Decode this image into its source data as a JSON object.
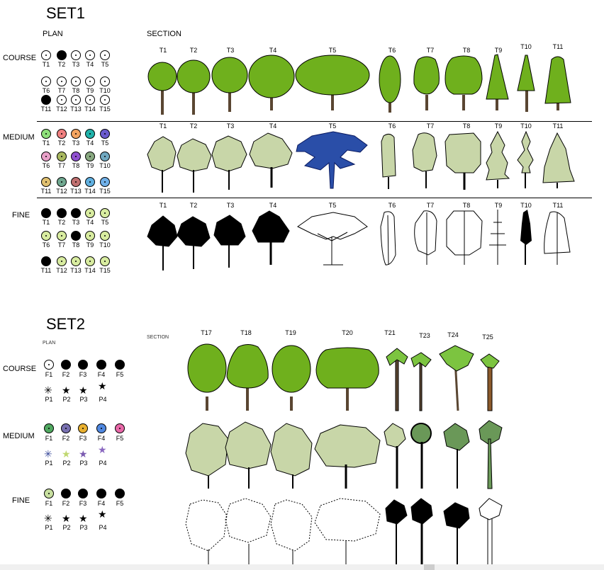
{
  "set1": {
    "title": "SET1",
    "plan_header": "PLAN",
    "section_header": "SECTION",
    "rows": [
      {
        "label": "COURSE",
        "plan_labels": [
          "T1",
          "T2",
          "T3",
          "T4",
          "T5",
          "T6",
          "T7",
          "T8",
          "T9",
          "T10",
          "T11",
          "T12",
          "T13",
          "T14",
          "T15"
        ],
        "section_labels": [
          "T1",
          "T2",
          "T3",
          "T4",
          "T5",
          "T6",
          "T7",
          "T8",
          "T9",
          "T10",
          "T11"
        ]
      },
      {
        "label": "MEDIUM",
        "plan_labels": [
          "T1",
          "T2",
          "T3",
          "T4",
          "T5",
          "T6",
          "T7",
          "T8",
          "T9",
          "T10",
          "T11",
          "T12",
          "T13",
          "T14",
          "T15"
        ],
        "section_labels": [
          "T1",
          "T2",
          "T3",
          "T4",
          "T5",
          "T6",
          "T7",
          "T8",
          "T9",
          "T10",
          "T11"
        ]
      },
      {
        "label": "FINE",
        "plan_labels": [
          "T1",
          "T2",
          "T3",
          "T4",
          "T5",
          "T6",
          "T7",
          "T8",
          "T9",
          "T10",
          "T11",
          "T12",
          "T13",
          "T14",
          "T15"
        ],
        "section_labels": [
          "T1",
          "T2",
          "T3",
          "T4",
          "T5",
          "T6",
          "T7",
          "T8",
          "T9",
          "T10",
          "T11"
        ]
      }
    ],
    "medium_plan_colors": [
      "#8ee07a",
      "#f08080",
      "#f4a460",
      "#20b2aa",
      "#6a5acd",
      "#e8a0c8",
      "#a8b860",
      "#9050d0",
      "#88a880",
      "#70a8c0",
      "#e0c070",
      "#70a890",
      "#c07070",
      "#60b0e0",
      "#70b0e8"
    ]
  },
  "set2": {
    "title": "SET2",
    "plan_header": "PLAN",
    "section_header": "SECTION",
    "rows": [
      {
        "label": "COURSE",
        "plan_labels_f": [
          "F1",
          "F2",
          "F3",
          "F4",
          "F5"
        ],
        "plan_labels_p": [
          "P1",
          "P2",
          "P3",
          "P4"
        ]
      },
      {
        "label": "MEDIUM",
        "plan_labels_f": [
          "F1",
          "F2",
          "F3",
          "F4",
          "F5"
        ],
        "plan_labels_p": [
          "P1",
          "P2",
          "P3",
          "P4"
        ]
      },
      {
        "label": "FINE",
        "plan_labels_f": [
          "F1",
          "F2",
          "F3",
          "F4",
          "F5"
        ],
        "plan_labels_p": [
          "P1",
          "P2",
          "P3",
          "P4"
        ]
      }
    ],
    "section_labels": [
      "T17",
      "T18",
      "T19",
      "T20",
      "T21",
      "T23",
      "T24",
      "T25"
    ],
    "medium_plan_colors": [
      "#50a860",
      "#7870b0",
      "#e8b030",
      "#5088e0",
      "#e868a8"
    ]
  },
  "colors": {
    "course_foliage": "#6fb01d",
    "trunk": "#5a4632",
    "medium_foliage": "#c8d6a8",
    "medium_blue": "#2a4ea8",
    "fine_plan_fill": "#d8eca0",
    "palm_dark": "#6a9858"
  }
}
